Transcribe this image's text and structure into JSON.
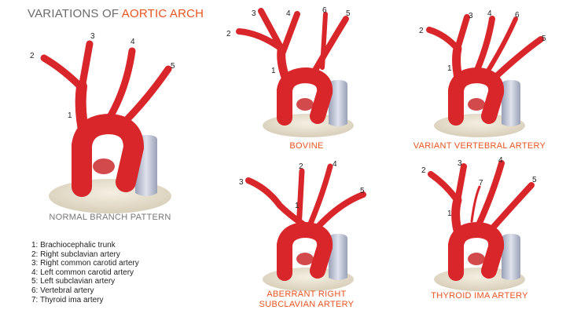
{
  "title": {
    "prefix": "VARIATIONS OF",
    "highlight": "AORTIC ARCH"
  },
  "panels": [
    {
      "caption": "NORMAL BRANCH PATTERN"
    },
    {
      "caption": "BOVINE"
    },
    {
      "caption": "VARIANT VERTEBRAL ARTERY"
    },
    {
      "caption_line1": "ABERRANT RIGHT",
      "caption_line2": "SUBCLAVIAN ARTERY"
    },
    {
      "caption": "THYROID IMA ARTERY"
    }
  ],
  "legend": [
    "1: Brachiocephalic trunk",
    "2: Right subclavian artery",
    "3: Right common carotid artery",
    "4: Left common carotid artery",
    "5: Left subclavian artery",
    "6: Vertebral artery",
    "7: Thyroid ima artery"
  ],
  "colors": {
    "artery": "#d8262a",
    "artery_highlight": "#ee5a55",
    "vein": "#b9bfd2",
    "heart_base": "#e7e0cf",
    "title_gray": "#6b6b6b",
    "accent_orange": "#e8541e"
  },
  "labels": {
    "p1": [
      "1",
      "2",
      "3",
      "4",
      "5"
    ],
    "p2": [
      "1",
      "2",
      "3",
      "4",
      "5",
      "6"
    ],
    "p3": [
      "1",
      "2",
      "3",
      "4",
      "5",
      "6"
    ],
    "p4": [
      "1",
      "2",
      "3",
      "4",
      "5"
    ],
    "p5": [
      "1",
      "2",
      "3",
      "4",
      "5",
      "7"
    ]
  }
}
